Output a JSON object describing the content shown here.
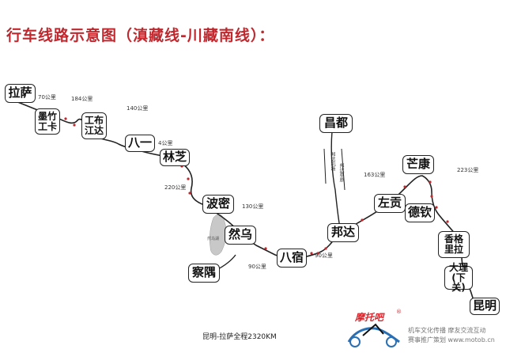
{
  "title": "行车线路示意图（滇藏线-川藏南线）：",
  "footer_total": "昆明-拉萨全程2320KM",
  "logo_text": "摩托吧",
  "logo_reg": "®",
  "watermark_line1": "机车文化传播  摩友交流互动",
  "watermark_line2": "赛事推广策划  www.motob.cn",
  "lake_label": "然乌湖",
  "pass_label": "邦达机场",
  "pass_label2": "邦达草原",
  "colors": {
    "title": "#c0282e",
    "route": "#222222",
    "node": "#c0282e",
    "lake": "#c8c8c8",
    "logo": "#d8232a"
  },
  "cities": [
    {
      "key": "lhasa",
      "name": "拉萨"
    },
    {
      "key": "mozhugongka",
      "name": "墨竹\n工卡"
    },
    {
      "key": "gongbujiangda",
      "name": "工布\n江达"
    },
    {
      "key": "bayi",
      "name": "八一"
    },
    {
      "key": "linzhi",
      "name": "林芝"
    },
    {
      "key": "bomi",
      "name": "波密"
    },
    {
      "key": "ranwu",
      "name": "然乌"
    },
    {
      "key": "chayu",
      "name": "察隅"
    },
    {
      "key": "basu",
      "name": "八宿"
    },
    {
      "key": "bangda",
      "name": "邦达"
    },
    {
      "key": "changdu",
      "name": "昌都"
    },
    {
      "key": "zuogong",
      "name": "左贡"
    },
    {
      "key": "mangkang",
      "name": "芒康"
    },
    {
      "key": "deqin",
      "name": "德钦"
    },
    {
      "key": "shangrila",
      "name": "香格\n里拉"
    },
    {
      "key": "dali",
      "name": "大理\n(下关)"
    },
    {
      "key": "kunming",
      "name": "昆明"
    }
  ],
  "distances": [
    "70公里",
    "184公里",
    "140公里",
    "4公里",
    "220公里",
    "130公里",
    "90公里",
    "90公里",
    "163公里",
    "223公里"
  ]
}
